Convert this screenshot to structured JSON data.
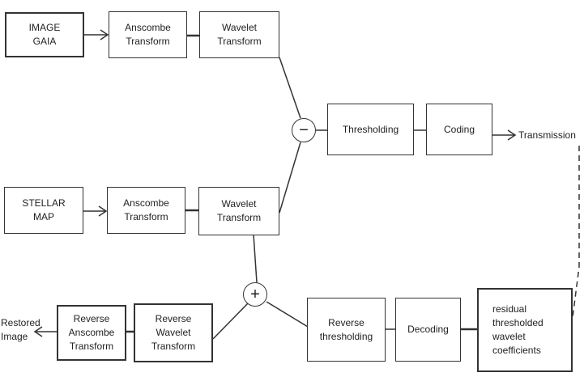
{
  "nodes": {
    "image_gaia": [
      "IMAGE",
      "GAIA"
    ],
    "anscombe_top": [
      "Anscombe",
      "Transform"
    ],
    "wavelet_top": [
      "Wavelet",
      "Transform"
    ],
    "stellar_map": [
      "STELLAR",
      "MAP"
    ],
    "anscombe_mid": [
      "Anscombe",
      "Transform"
    ],
    "wavelet_mid": [
      "Wavelet",
      "Transform"
    ],
    "thresholding": [
      "Thresholding"
    ],
    "coding": [
      "Coding"
    ],
    "transmission": "Transmission",
    "reverse_anscombe": [
      "Reverse",
      "Anscombe",
      "Transform"
    ],
    "reverse_wavelet": [
      "Reverse",
      "Wavelet",
      "Transform"
    ],
    "reverse_thresholding": [
      "Reverse",
      "thresholding"
    ],
    "decoding": [
      "Decoding"
    ],
    "residual": [
      "residual",
      "thresholded",
      "wavelet",
      "coefficients"
    ],
    "restored_image": [
      "Restored",
      "Image"
    ]
  },
  "operators": {
    "minus": "−",
    "plus": "+"
  }
}
